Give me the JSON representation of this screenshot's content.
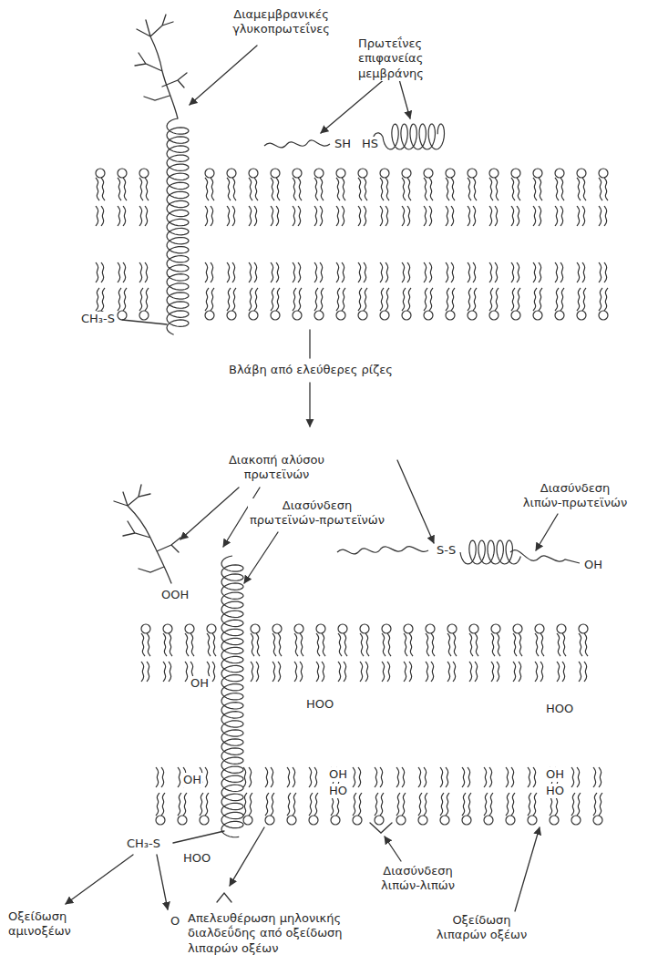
{
  "diagram": {
    "labels": [
      "Διαμεμβρανικές γλυκοπρωτεΐνες",
      "Πρωτεΐνες επιφανείας μεμβράνης",
      "SH",
      "HS",
      "CH₃-S",
      "Βλάβη από ελεύθερες ρίζες",
      "Διακοπή αλύσου πρωτεϊνών",
      "Διασύνδεση πρωτεϊνών-πρωτεϊνών",
      "Διασύνδεση λιπών-πρωτεϊνών",
      "S-S",
      "OH",
      "OOH",
      "OH",
      "HOO",
      "HOO",
      "OH",
      "OH",
      "HO",
      "OH",
      "HO",
      "CH₃-S",
      "HOO",
      "O",
      "Διασύνδεση λιπών-λιπών",
      "Οξείδωση αμινοξέων",
      "Απελευθέρωση μηλονικής διαλδεΰδης από οξείδωση λιπαρών οξέων",
      "Οξείδωση λιπαρών οξέων"
    ]
  }
}
